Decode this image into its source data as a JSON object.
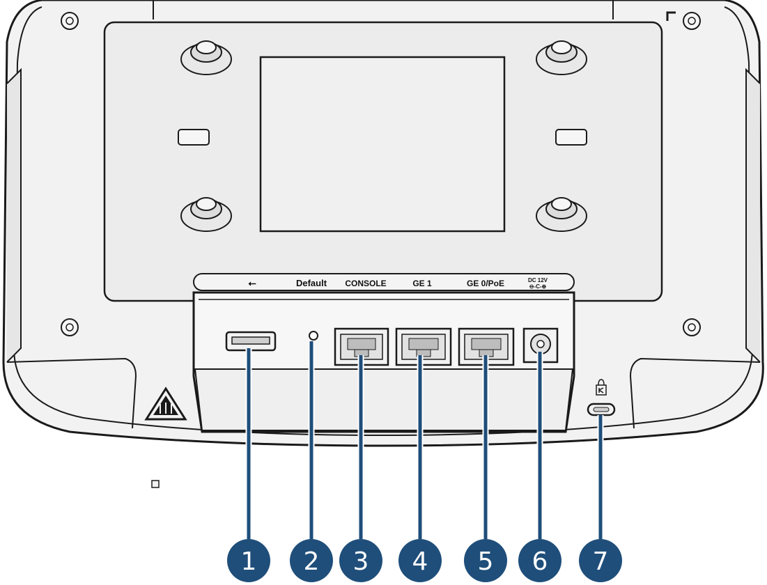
{
  "port_labels": {
    "usb_symbol": "⭠",
    "default": "Default",
    "console": "CONSOLE",
    "ge1": "GE 1",
    "ge0": "GE 0/PoE",
    "dc": "DC 12V",
    "dc_symbol": "⊖-C-⊕"
  },
  "callouts": [
    "1",
    "2",
    "3",
    "4",
    "5",
    "6",
    "7"
  ],
  "colors": {
    "callout_fill": "#1f4e7a",
    "outline": "#1a1a1a",
    "body_fill": "#f2f2f2",
    "plate_fill": "#ececec",
    "panel_fill": "#f7f7f7"
  },
  "icons": {
    "usb": "usb-icon",
    "warning": "hot-surface-warning-icon",
    "lock": "kensington-lock-icon"
  }
}
